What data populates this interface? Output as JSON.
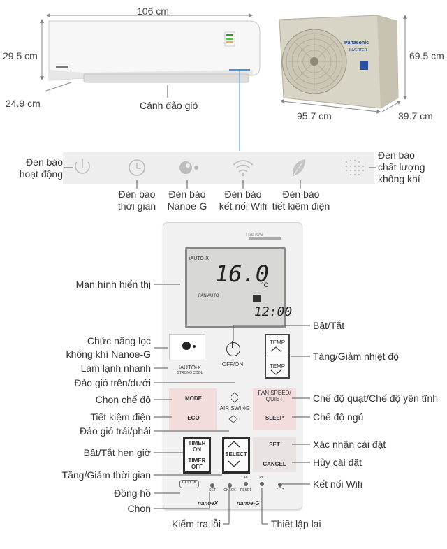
{
  "indoor_unit": {
    "width": "106 cm",
    "height": "29.5 cm",
    "depth": "24.9 cm",
    "flap_label": "Cánh đảo gió"
  },
  "outdoor_unit": {
    "height": "69.5 cm",
    "width": "95.7 cm",
    "depth": "39.7 cm",
    "brand": "Panasonic",
    "tag": "INVERTER"
  },
  "indicators": {
    "operation": "Đèn báo\nhoạt động",
    "timer": "Đèn báo\nthời gian",
    "nanoe": "Đèn báo\nNanoe-G",
    "wifi": "Đèn báo\nkết nối Wifi",
    "eco": "Đèn báo\ntiết kiệm điện",
    "air_quality": "Đèn báo\nchất lượng\nkhông khí"
  },
  "remote": {
    "logo": "nanoe",
    "screen_mode": "iAUTO-X",
    "screen_temp": "16.0",
    "screen_unit": "°C",
    "screen_fan": "FAN AUTO",
    "screen_time": "12:00",
    "buttons": {
      "off_on": "OFF/ON",
      "temp": "TEMP",
      "iauto": "iAUTO-X",
      "strong_cool": "STRONG COOL",
      "mode": "MODE",
      "air_swing": "AIR SWING",
      "fan_speed": "FAN SPEED/\nQUIET",
      "eco": "ECO",
      "sleep": "SLEEP",
      "timer_on": "TIMER\nON",
      "timer_off": "TIMER\nOFF",
      "select": "SELECT",
      "set": "SET",
      "cancel": "CANCEL",
      "clock": "CLOCK",
      "small_set": "SET",
      "check": "CHECK",
      "ac": "AC",
      "reset": "RESET",
      "rc": "RC",
      "brand_left": "nanoeX",
      "brand_right": "nanoe-G"
    }
  },
  "callouts": {
    "screen": "Màn hình hiển thị",
    "nanoe": "Chức năng lọc\nkhông khí Nanoe-G",
    "strong_cool": "Làm lạnh nhanh",
    "swing_updown": "Đảo gió trên/dưới",
    "mode": "Chọn chế độ",
    "eco": "Tiết kiệm điện",
    "swing_leftright": "Đảo gió trái/phải",
    "timer": "Bật/Tắt hẹn giờ",
    "time_adjust": "Tăng/Giảm thời gian",
    "clock": "Đồng hồ",
    "select": "Chọn",
    "on_off": "Bật/Tắt",
    "temp": "Tăng/Giảm nhiệt độ",
    "fan": "Chế độ quạt/Chế độ yên tĩnh",
    "sleep": "Chế độ ngủ",
    "set": "Xác nhận cài đặt",
    "cancel": "Hủy cài đặt",
    "wifi": "Kết nối Wifi",
    "check": "Kiểm tra lỗi",
    "reset": "Thiết lập lại"
  }
}
